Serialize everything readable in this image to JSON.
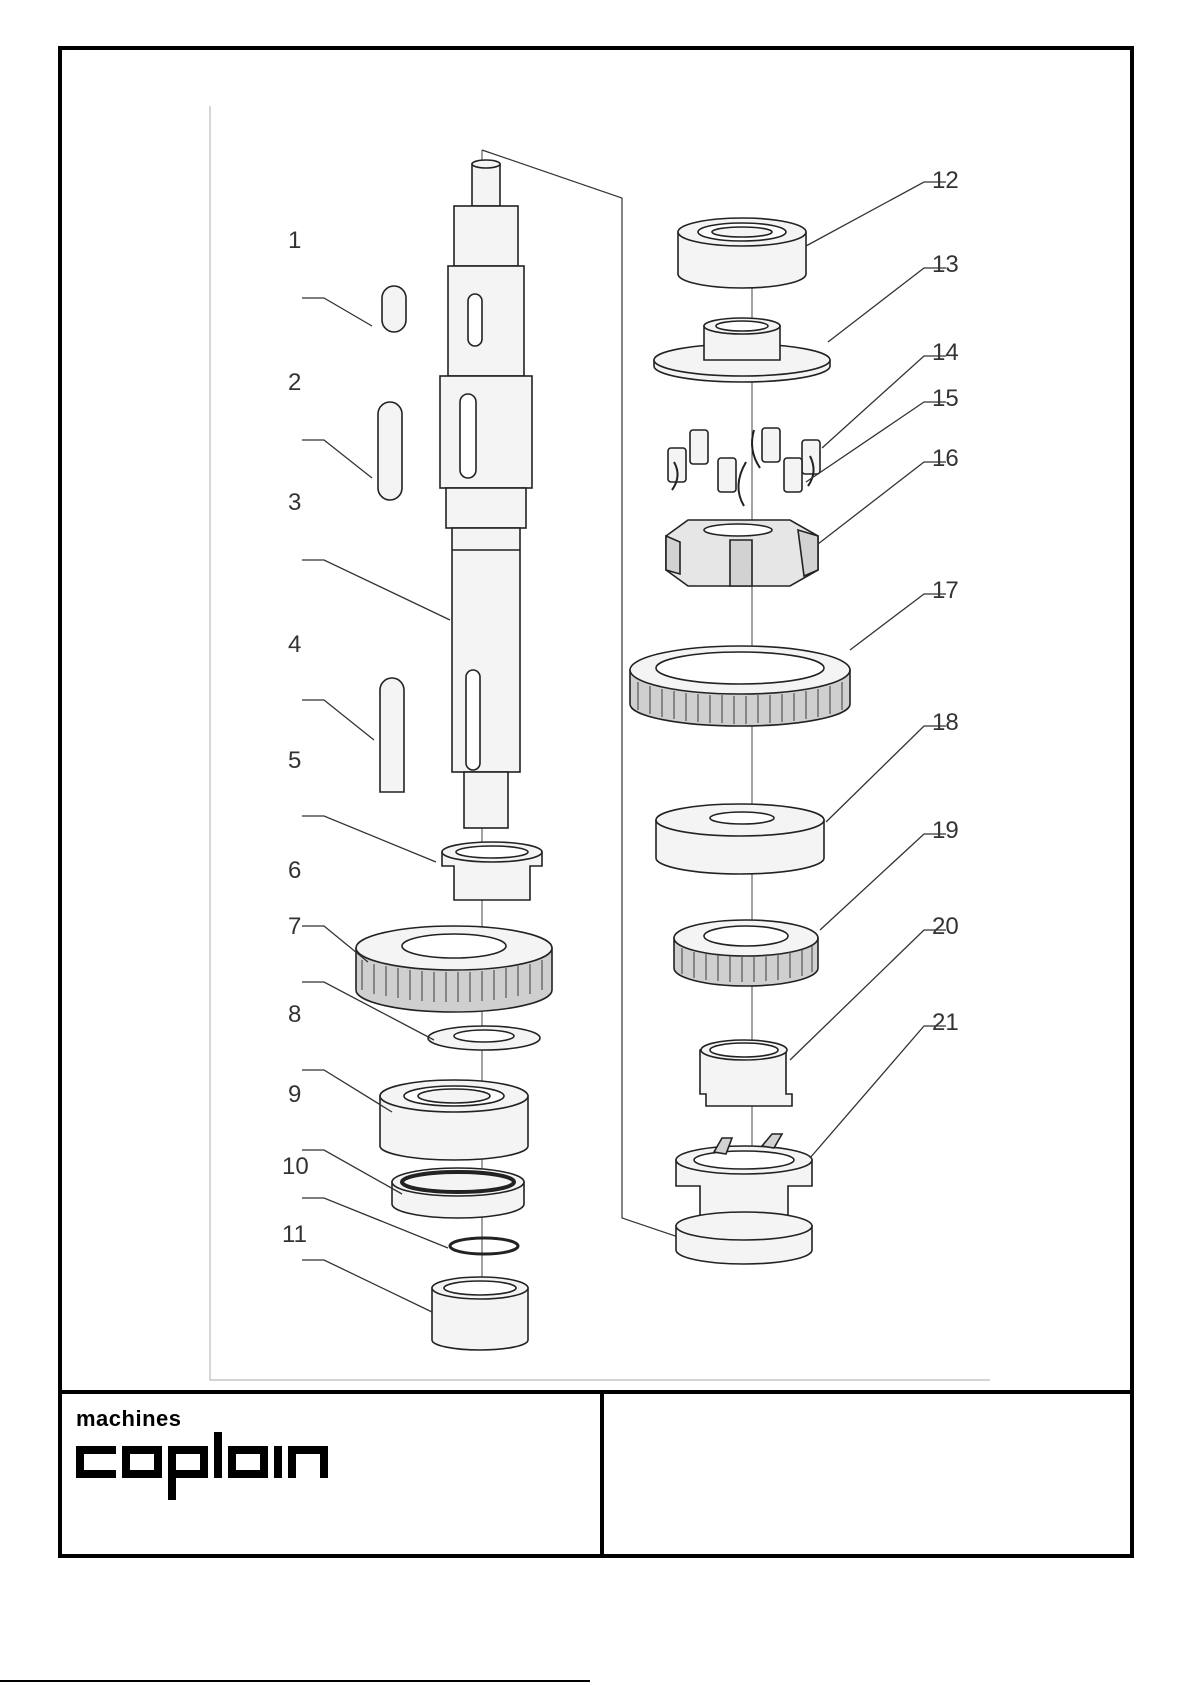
{
  "drawing": {
    "callouts": [
      "1",
      "2",
      "3",
      "4",
      "5",
      "6",
      "7",
      "8",
      "9",
      "10",
      "11",
      "12",
      "13",
      "14",
      "15",
      "16",
      "17",
      "18",
      "19",
      "20",
      "21"
    ]
  },
  "title_block": {
    "logo_top": "machines",
    "logo_bottom": "coplain"
  },
  "colors": {
    "line": "#222222",
    "part_fill": "#f4f4f4",
    "shade": "#cfcfcf",
    "border": "#000000"
  }
}
